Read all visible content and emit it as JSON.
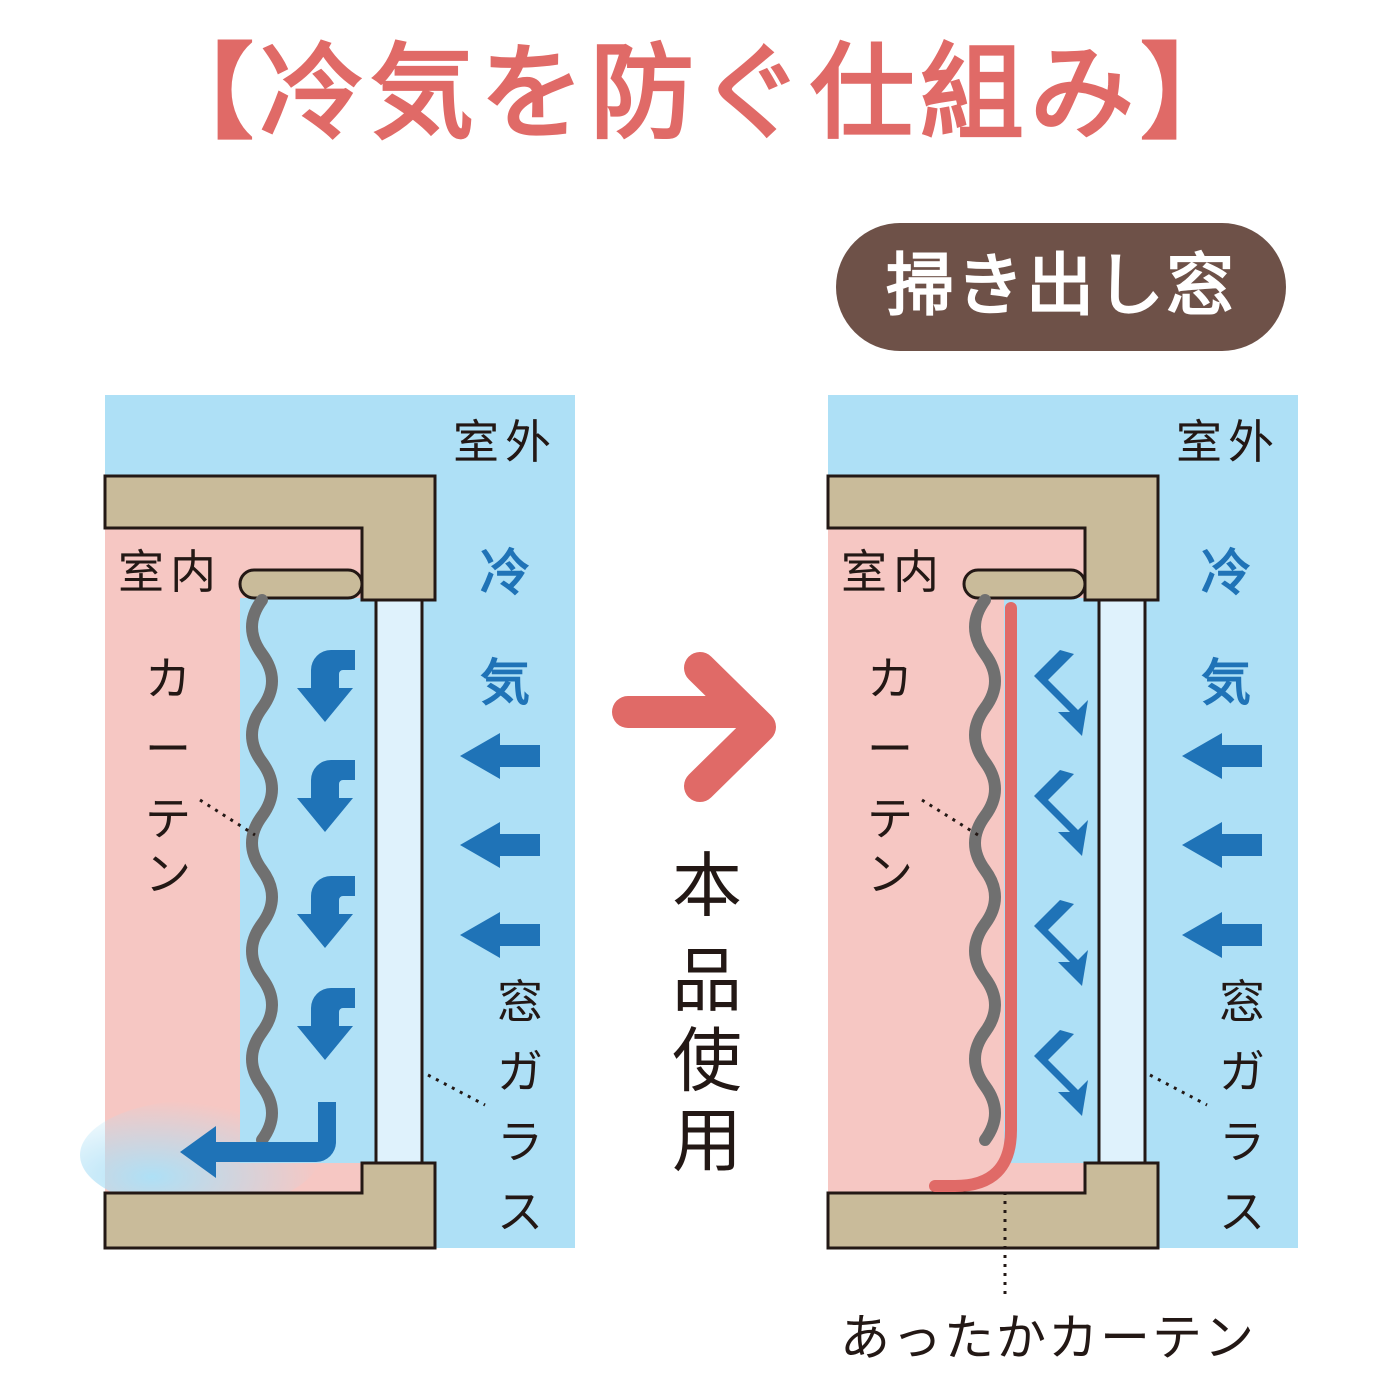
{
  "title": "【冷気を防ぐ仕組み】",
  "badge": {
    "label": "掃き出し窓"
  },
  "left_panel": {
    "outside": "室外",
    "inside": "室内",
    "cold_air": [
      "冷",
      "気"
    ],
    "curtain": [
      "カ",
      "ー",
      "テ",
      "ン"
    ],
    "window_glass": [
      "窓",
      "ガ",
      "ラ",
      "ス"
    ]
  },
  "middle": {
    "usage": [
      "本",
      "品",
      "使",
      "用"
    ]
  },
  "right_panel": {
    "outside": "室外",
    "inside": "室内",
    "cold_air": [
      "冷",
      "気"
    ],
    "curtain": [
      "カ",
      "ー",
      "テ",
      "ン"
    ],
    "window_glass": [
      "窓",
      "ガ",
      "ラ",
      "ス"
    ],
    "warm_curtain": "あったかカーテン"
  },
  "colors": {
    "title": "#e06a67",
    "badge_bg": "#6e5148",
    "outdoor": "#aee0f6",
    "indoor": "#f6c7c3",
    "frame": "#c9bb9a",
    "glass": "#dff2fc",
    "cold_arrow": "#1f73b7",
    "warm_curtain": "#e06a67",
    "curtain": "#707070"
  }
}
